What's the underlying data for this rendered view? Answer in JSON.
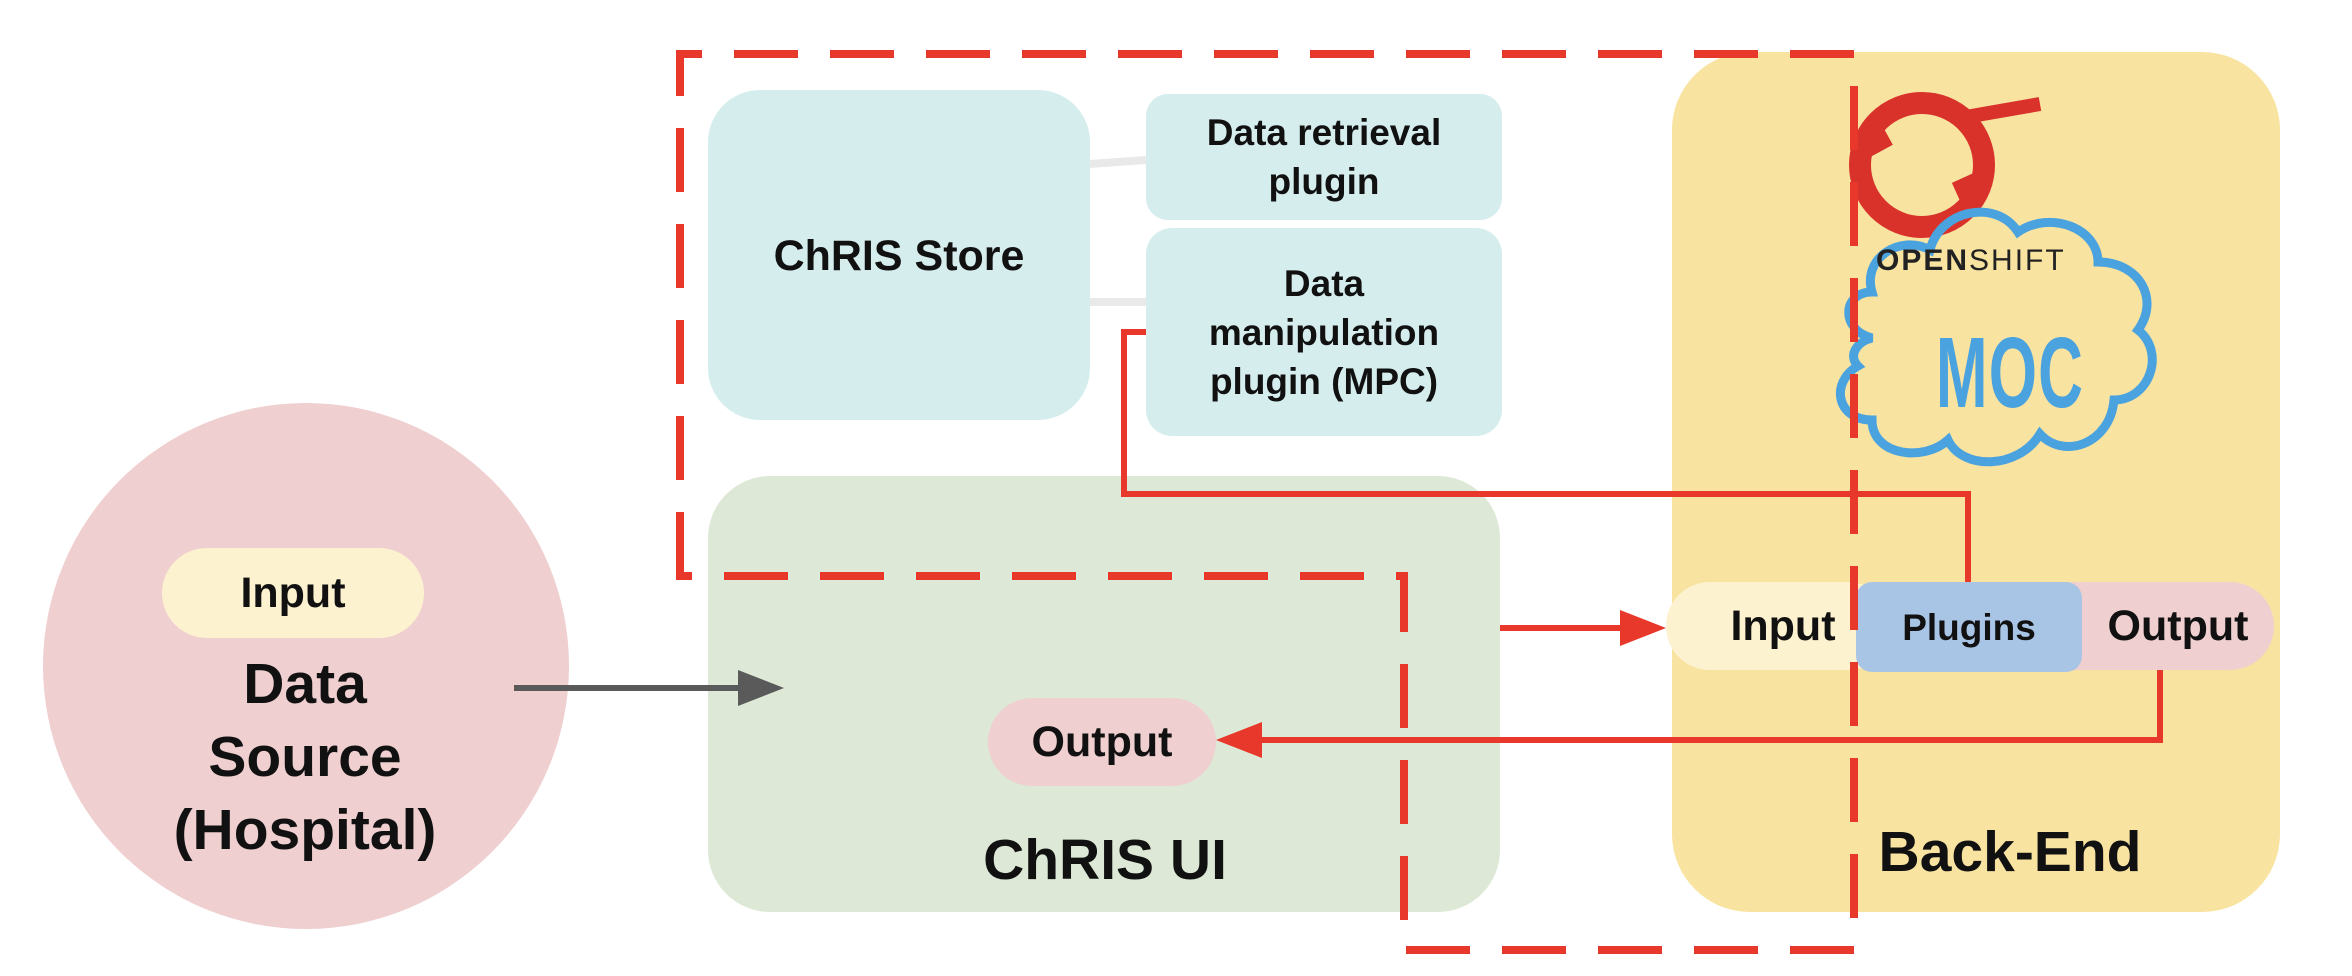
{
  "colors": {
    "store_box": "#d6edee",
    "ui_box": "#dde9d6",
    "backend_box": "#f9e3a1",
    "source_circle": "#efcfd0",
    "input_pill": "#fdf2cf",
    "output_pill": "#efcfd0",
    "plugins_box": "#a9c5e6",
    "red_line": "#e8372b",
    "gray_arrow": "#5a5a5a",
    "openshift_red": "#d9322b",
    "moc_blue": "#4aa3df"
  },
  "icons": [
    "openshift-logo-icon",
    "moc-cloud-logo-icon"
  ],
  "data_source": {
    "input_label": "Input",
    "title": "Data\nSource\n(Hospital)"
  },
  "chris_store": {
    "title": "ChRIS Store",
    "plugins": [
      {
        "label": "Data retrieval\nplugin"
      },
      {
        "label": "Data\nmanipulation\nplugin (MPC)"
      }
    ]
  },
  "chris_ui": {
    "title": "ChRIS UI",
    "output_label": "Output"
  },
  "backend": {
    "title": "Back-End",
    "openshift_prefix": "OPEN",
    "openshift_suffix": "SHIFT",
    "moc_label": "MOC",
    "input_label": "Input",
    "plugins_label": "Plugins",
    "output_label": "Output"
  }
}
